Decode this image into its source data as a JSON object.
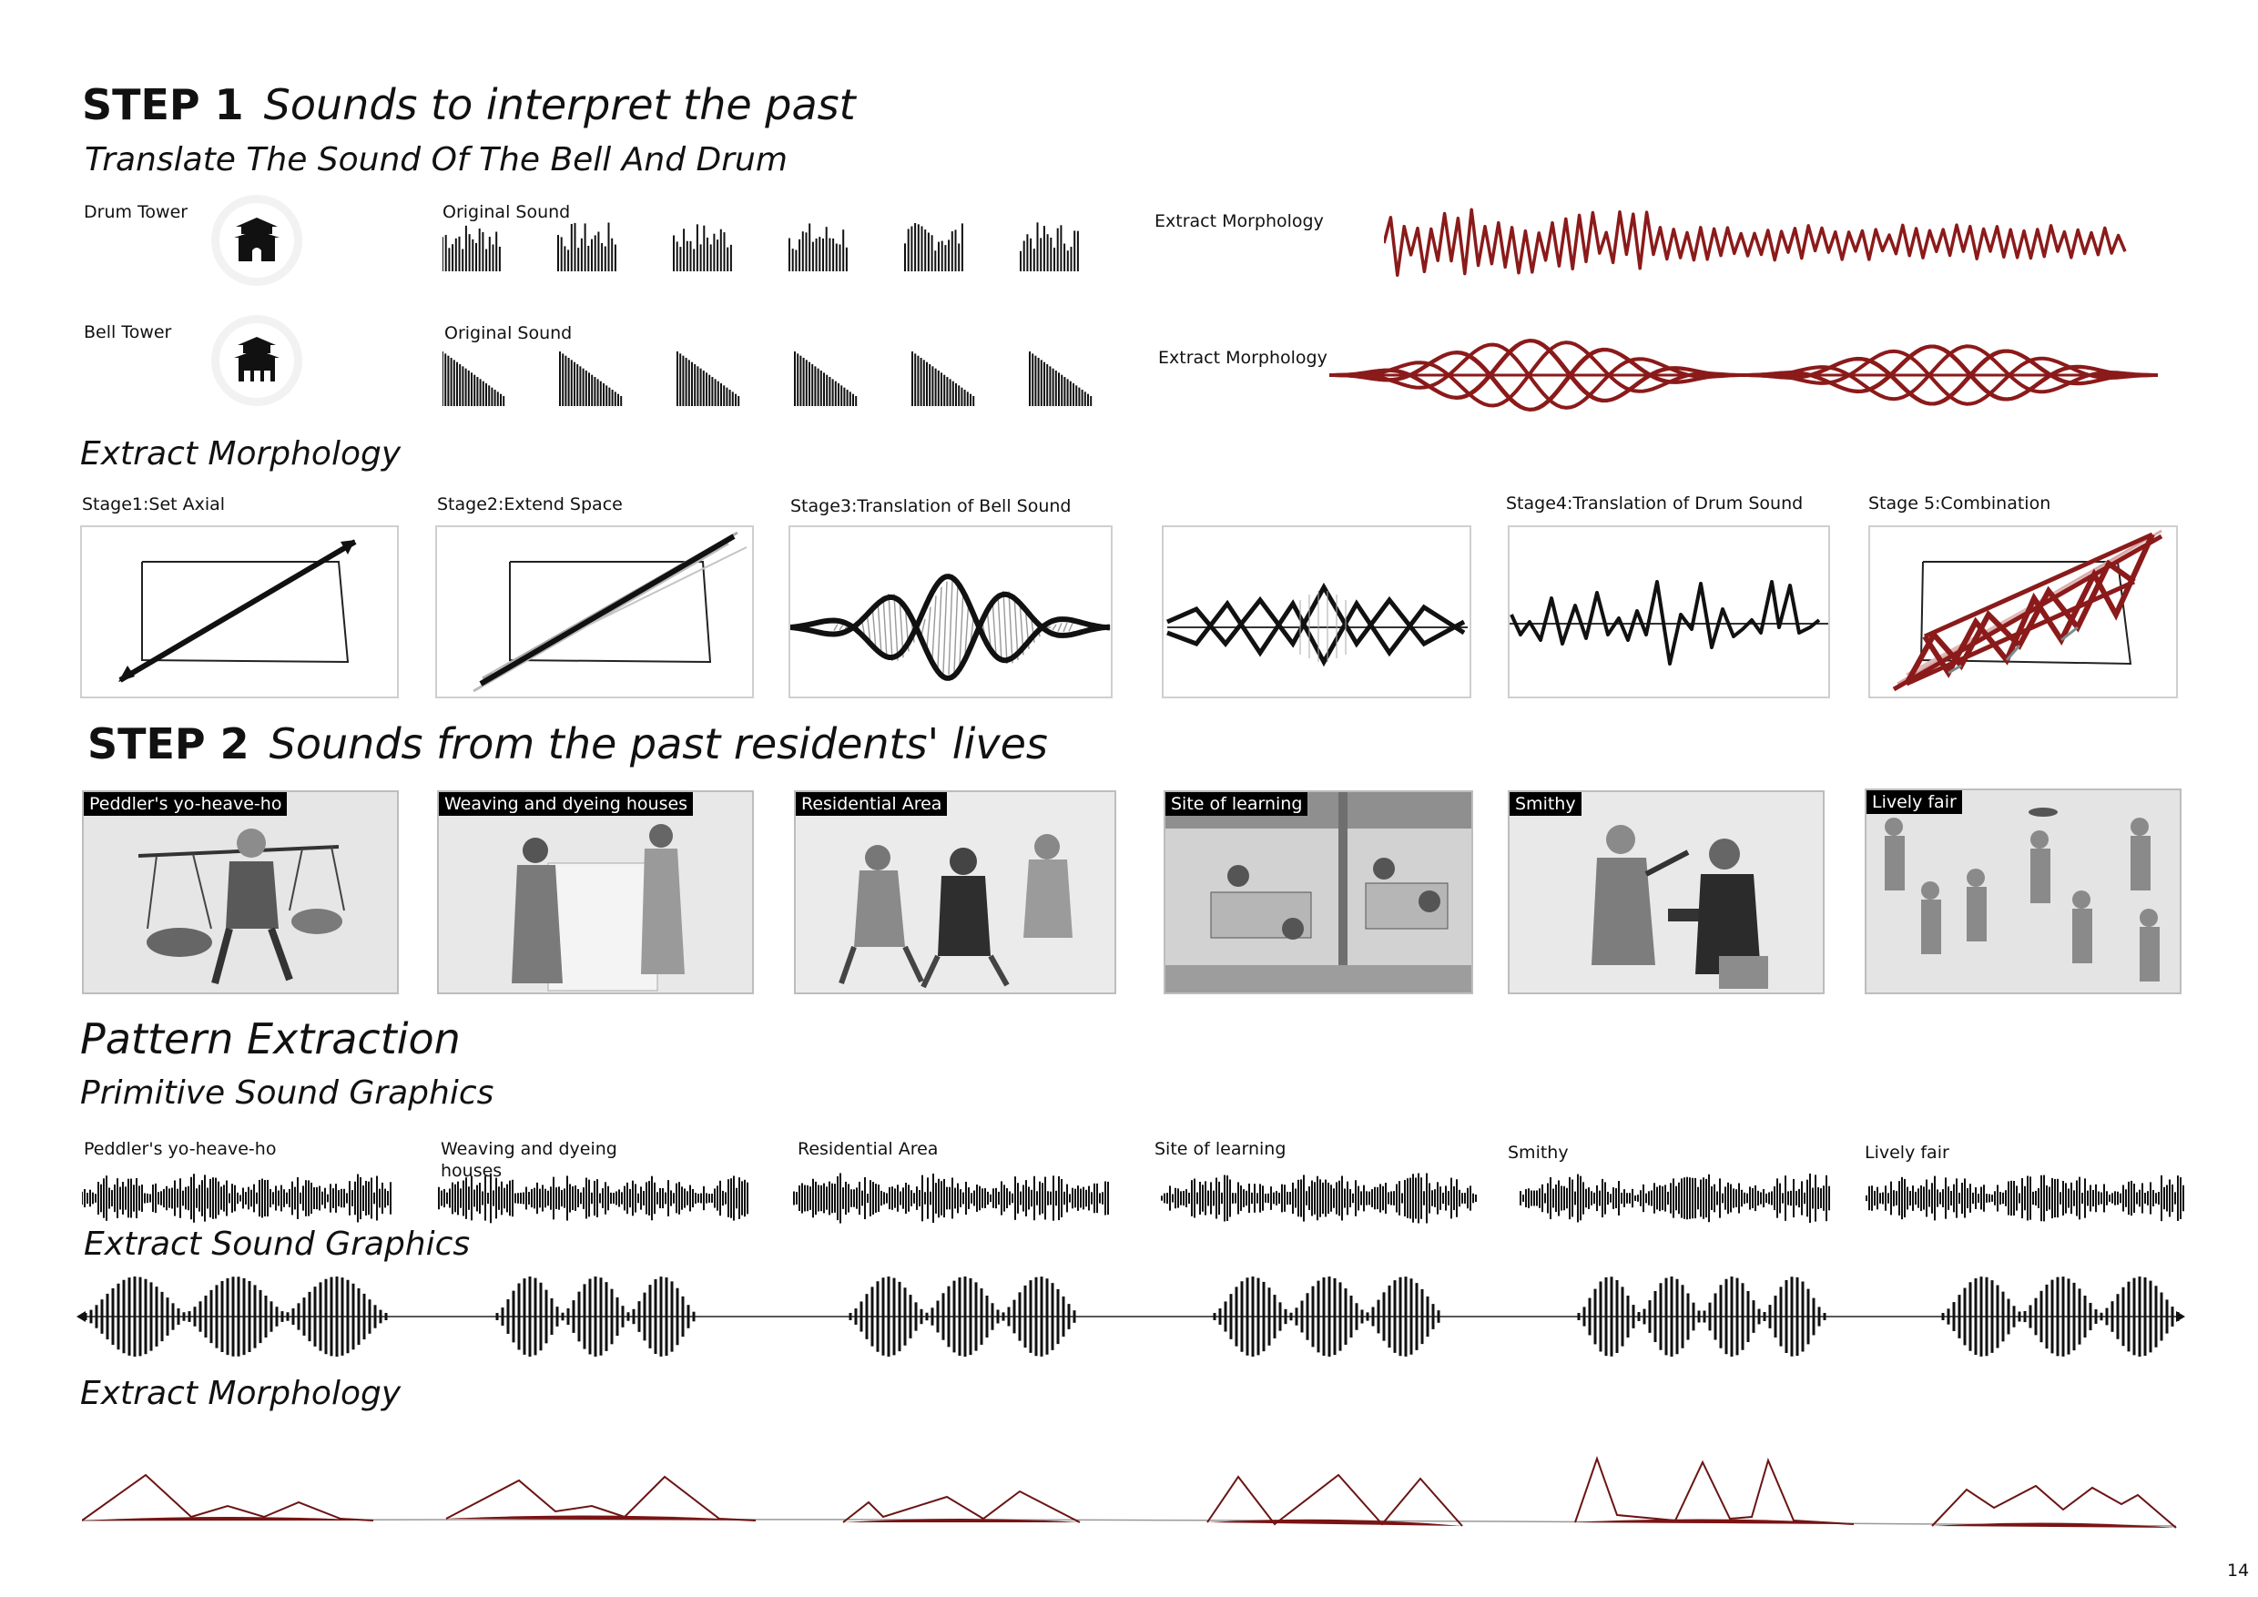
{
  "step1": {
    "label": "STEP 1",
    "title": "Sounds to interpret the past",
    "subtitle": "Translate The Sound Of The Bell And Drum",
    "drum": {
      "name": "Drum Tower",
      "sound_label": "Original Sound",
      "morph_label": "Extract Morphology"
    },
    "bell": {
      "name": "Bell Tower",
      "sound_label": "Original Sound",
      "morph_label": "Extract Morphology"
    },
    "morphology_heading": "Extract Morphology",
    "stages": [
      "Stage1:Set Axial",
      "Stage2:Extend Space",
      "Stage3:Translation of Bell Sound",
      "",
      "Stage4:Translation of Drum Sound",
      "Stage 5:Combination"
    ]
  },
  "step2": {
    "label": "STEP 2",
    "title": "Sounds from the past residents' lives",
    "scenes": [
      "Peddler's yo-heave-ho",
      "Weaving and dyeing houses",
      "Residential Area",
      "Site of learning",
      "Smithy",
      "Lively fair"
    ],
    "pattern_heading": "Pattern Extraction",
    "primitive_heading": "Primitive Sound Graphics",
    "primitive_labels": [
      "Peddler's yo-heave-ho",
      "Weaving and dyeing houses",
      "Residential Area",
      "Site of learning",
      "Smithy",
      "Lively fair"
    ],
    "extract_heading": "Extract Sound Graphics",
    "morph_heading": "Extract Morphology"
  },
  "page_number": "14",
  "colors": {
    "accent": "#8b1a1a",
    "ink": "#111111",
    "frame": "#cfcfcf"
  }
}
